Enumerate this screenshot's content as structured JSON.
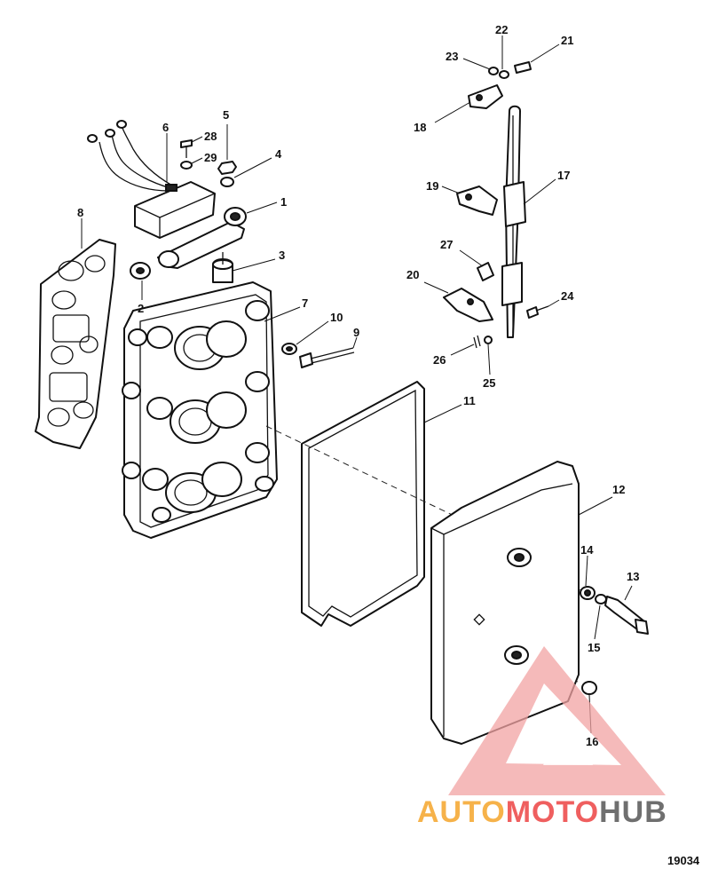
{
  "diagram": {
    "figure_number": "19034",
    "callouts": [
      "1",
      "2",
      "3",
      "4",
      "5",
      "6",
      "7",
      "8",
      "9",
      "10",
      "11",
      "12",
      "13",
      "14",
      "15",
      "16",
      "17",
      "18",
      "19",
      "20",
      "21",
      "22",
      "23",
      "24",
      "25",
      "26",
      "27",
      "28",
      "29"
    ]
  },
  "watermark": {
    "part1": "AUTO",
    "part2": "MOTO",
    "part3": "HUB",
    "colors": {
      "auto": "#f6b24a",
      "moto": "#ef5f5f",
      "hub": "#6f6f6f",
      "triangle": "#f2a3a3"
    }
  }
}
